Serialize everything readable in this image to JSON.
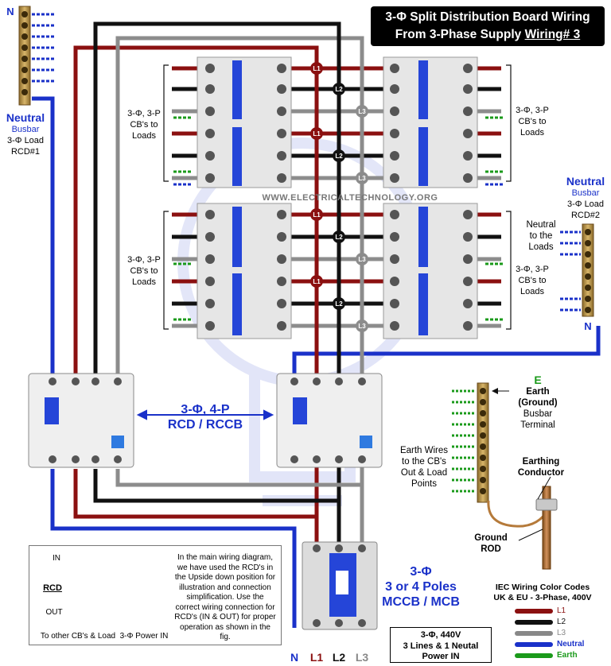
{
  "title": {
    "line1": "3-Φ Split Distribution Board Wiring",
    "line2": "From 3-Phase Supply",
    "line2_suffix": "Wiring# 3"
  },
  "watermark": "WWW.ELECTRICALTECHNOLOGY.ORG",
  "neutral_busbar_1": {
    "n_label": "N",
    "title": "Neutral",
    "subtitle": "Busbar",
    "load": "3-Φ Load",
    "rcd": "RCD#1"
  },
  "neutral_busbar_2": {
    "n_label": "N",
    "title": "Neutral",
    "subtitle": "Busbar",
    "load": "3-Φ Load",
    "rcd": "RCD#2",
    "to_loads": [
      "Neutral",
      "to the",
      "Loads"
    ]
  },
  "cb_labels": {
    "left": [
      "3-Φ, 3-P",
      "CB's to",
      "Loads"
    ],
    "right": [
      "3-Φ, 3-P",
      "CB's to",
      "Loads"
    ]
  },
  "bus_tags": [
    "L1",
    "L2",
    "L3"
  ],
  "rcd_label": {
    "line1": "3-Φ, 4-P",
    "line2": "RCD / RCCB"
  },
  "earth": {
    "letter": "E",
    "line1": "Earth",
    "line2": "(Ground)",
    "line3": "Busbar",
    "line4": "Terminal",
    "wires": [
      "Earth Wires",
      "to the CB's",
      "Out & Load",
      "Points"
    ],
    "conductor": [
      "Earthing",
      "Conductor"
    ],
    "rod": [
      "Ground",
      "ROD"
    ]
  },
  "mccb": {
    "line1": "3-Φ",
    "line2": "3 or 4 Poles",
    "line3": "MCCB / MCB"
  },
  "supply": {
    "n": "N",
    "l1": "L1",
    "l2": "L2",
    "l3": "L3",
    "box": [
      "3-Φ, 440V",
      "3 Lines & 1 Neutal",
      "Power IN"
    ]
  },
  "inset": {
    "in": "IN",
    "out": "OUT",
    "rcd": "RCD",
    "to_cbs": "To other CB's & Load",
    "power_in": "3-Φ Power IN",
    "note": "In the main wiring diagram, we have used the RCD's in the Upside down position for illustration and connection simplification. Use the correct wiring connection for RCD's (IN & OUT) for proper operation as shown in the fig."
  },
  "iec": {
    "title1": "IEC Wiring Color Codes",
    "title2": "UK & EU - 3-Phase, 400V",
    "codes": [
      {
        "label": "L1",
        "color": "#8b1010"
      },
      {
        "label": "L2",
        "color": "#111111"
      },
      {
        "label": "L3",
        "color": "#888888"
      },
      {
        "label": "Neutral",
        "color": "#1a31c9"
      },
      {
        "label": "Earth",
        "color": "#1a9a1a"
      }
    ]
  },
  "colors": {
    "l1": "#8b1010",
    "l2": "#111111",
    "l3": "#8c8c8c",
    "neutral": "#1a31c9",
    "earth": "#1a9a1a"
  }
}
